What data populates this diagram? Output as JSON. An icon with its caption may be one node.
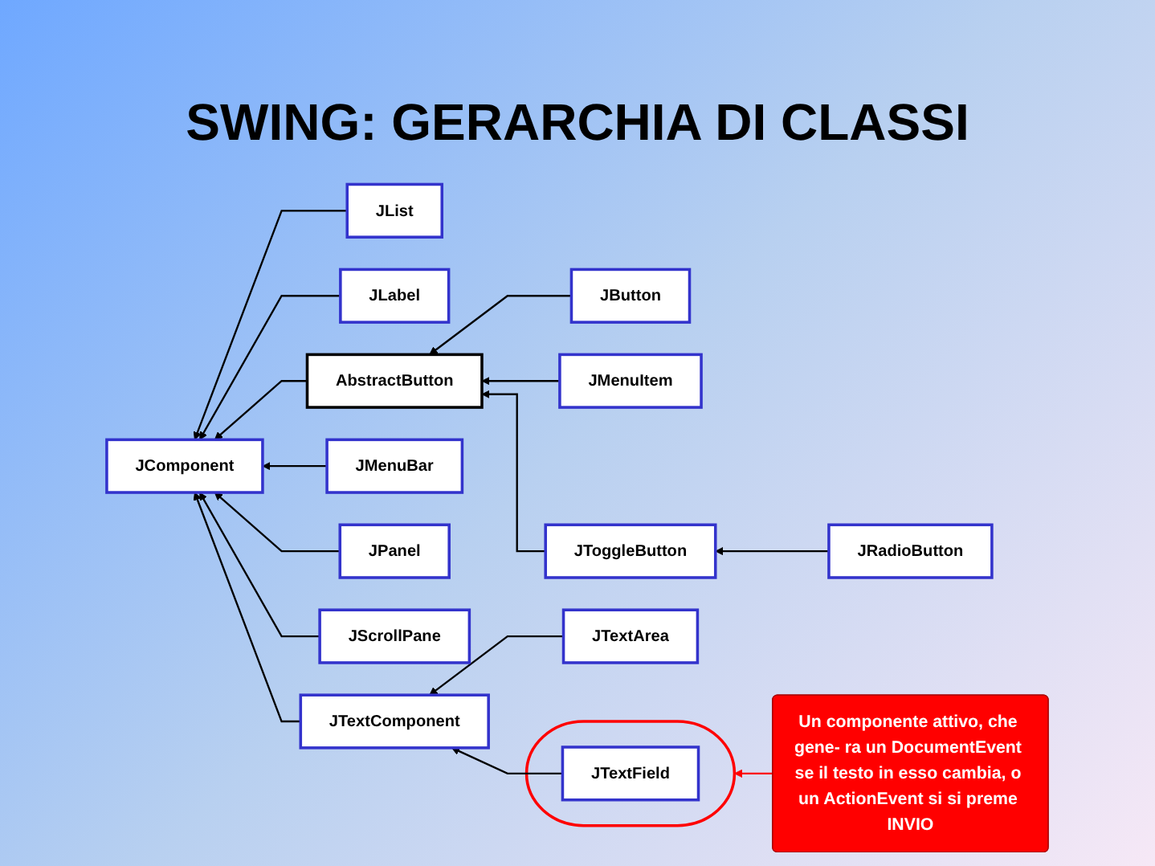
{
  "diagram": {
    "title": "SWING: GERARCHIA DI CLASSI",
    "nodes": [
      {
        "text": [
          "JList"
        ]
      },
      {
        "text": [
          "JLabel"
        ]
      },
      {
        "text": [
          "AbstractButton"
        ]
      },
      {
        "text": [
          "JButton"
        ]
      },
      {
        "text": [
          "JMenuItem"
        ]
      },
      {
        "text": [
          "JMenuBar"
        ]
      },
      {
        "text": [
          "JToggleButton"
        ]
      },
      {
        "text": [
          "JComponent"
        ]
      },
      {
        "text": [
          "JPanel"
        ]
      },
      {
        "text": [
          "JRadioButton"
        ]
      },
      {
        "text": [
          "JScrollPane"
        ]
      },
      {
        "text": [
          "JTextComponent"
        ]
      },
      {
        "text": [
          "JTextArea"
        ]
      },
      {
        "text": [],
        "shape": "ellipse"
      },
      {
        "text": [
          "JTextField"
        ],
        "in": 13
      },
      {
        "text": [
          "Un componente attivo, che gene- ra un DocumentEvent se il testo in esso cambia, o un ActionEvent si si preme INVIO"
        ]
      }
    ],
    "edges": [
      {
        "from": 0,
        "to": 7,
        "arrow": "to"
      },
      {
        "from": 1,
        "to": 7,
        "arrow": "to"
      },
      {
        "from": 2,
        "to": 7,
        "arrow": "to"
      },
      {
        "from": 5,
        "to": 7,
        "arrow": "to"
      },
      {
        "from": 8,
        "to": 7,
        "arrow": "to"
      },
      {
        "from": 10,
        "to": 7,
        "arrow": "to"
      },
      {
        "from": 11,
        "to": 7,
        "arrow": "to"
      },
      {
        "from": 3,
        "to": 2,
        "arrow": "to"
      },
      {
        "from": 4,
        "to": 2,
        "arrow": "to"
      },
      {
        "from": 6,
        "to": 2,
        "arrow": "to"
      },
      {
        "from": 9,
        "to": 6,
        "arrow": "to"
      },
      {
        "from": 12,
        "to": 11,
        "arrow": "to"
      },
      {
        "from": 14,
        "to": 11,
        "arrow": "to"
      },
      {
        "from": 15,
        "to": 13,
        "arrow": "to",
        "color": "#ff0000"
      }
    ]
  }
}
